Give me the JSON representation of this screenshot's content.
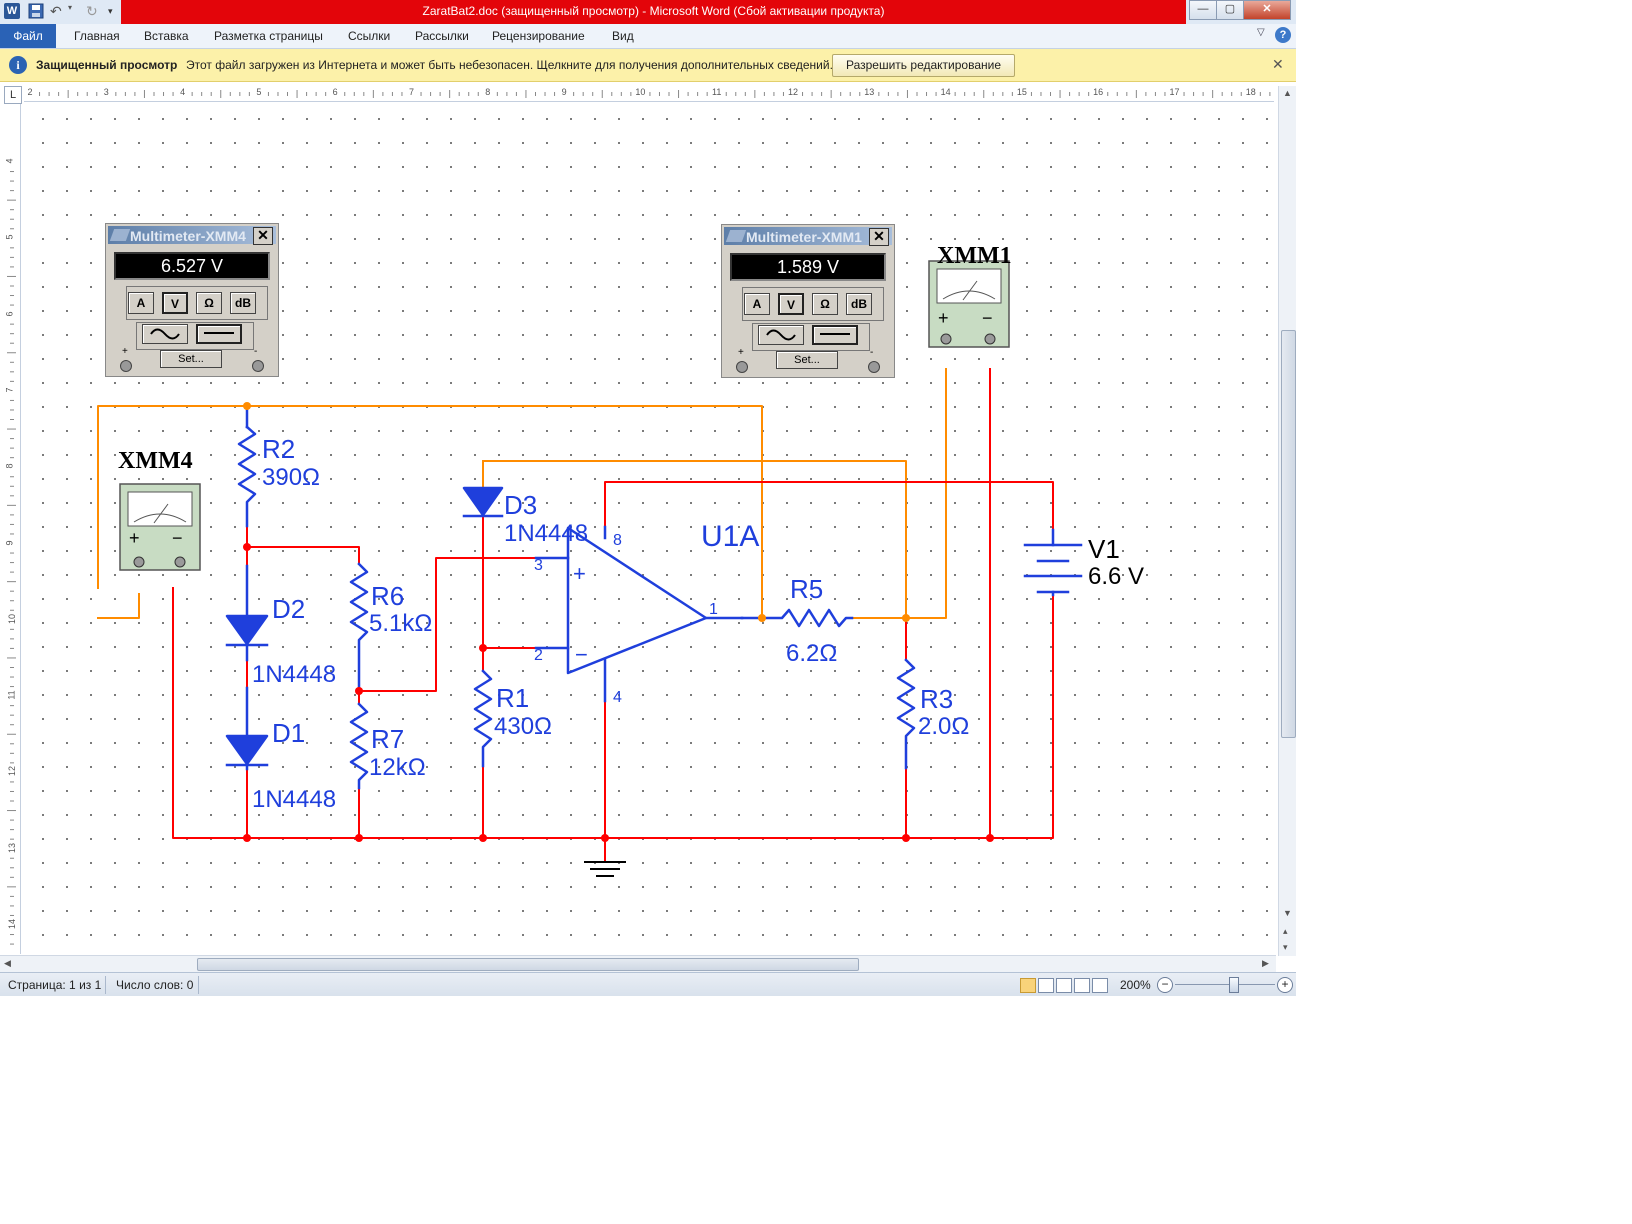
{
  "window": {
    "title": "ZaratBat2.doc (защищенный просмотр)  -  Microsoft Word (Сбой активации продукта)",
    "app_icon": "W",
    "controls": {
      "minimize": "—",
      "maximize": "▢",
      "close": "✕"
    }
  },
  "ribbon": {
    "tabs": [
      "Файл",
      "Главная",
      "Вставка",
      "Разметка страницы",
      "Ссылки",
      "Рассылки",
      "Рецензирование",
      "Вид"
    ],
    "help": "?"
  },
  "protected_view": {
    "title": "Защищенный просмотр",
    "message": "Этот файл загружен из Интернета и может быть небезопасен. Щелкните для получения дополнительных сведений.",
    "button": "Разрешить редактирование",
    "close": "✕",
    "icon": "i"
  },
  "ruler": {
    "corner": "L",
    "h_numbers": [
      "2",
      "3",
      "4",
      "5",
      "6",
      "7",
      "8",
      "9",
      "10",
      "11",
      "12",
      "13",
      "14",
      "15",
      "16",
      "17",
      "18"
    ],
    "v_numbers": [
      "4",
      "5",
      "6",
      "7",
      "8",
      "9",
      "10",
      "11",
      "12",
      "13",
      "14"
    ]
  },
  "schematic": {
    "multimeter_left": {
      "title": "Multimeter-XMM4",
      "reading": "6.527 V",
      "buttons": [
        "A",
        "V",
        "Ω",
        "dB"
      ],
      "set": "Set...",
      "plus": "+",
      "minus": "-"
    },
    "multimeter_right": {
      "title": "Multimeter-XMM1",
      "reading": "1.589 V",
      "buttons": [
        "A",
        "V",
        "Ω",
        "dB"
      ],
      "set": "Set...",
      "plus": "+",
      "minus": "-"
    },
    "xmm4": {
      "label": "XMM4",
      "plus": "+",
      "minus": "−"
    },
    "xmm1": {
      "label": "XMM1",
      "plus": "+",
      "minus": "−"
    },
    "components": {
      "r2": {
        "name": "R2",
        "value": "390Ω"
      },
      "r6": {
        "name": "R6",
        "value": "5.1kΩ"
      },
      "r7": {
        "name": "R7",
        "value": "12kΩ"
      },
      "r1": {
        "name": "R1",
        "value": "430Ω"
      },
      "r5": {
        "name": "R5",
        "value": "6.2Ω"
      },
      "r3": {
        "name": "R3",
        "value": "2.0Ω"
      },
      "d2": {
        "name": "D2",
        "value": "1N4448"
      },
      "d1": {
        "name": "D1",
        "value": "1N4448"
      },
      "d3": {
        "name": "D3",
        "value": "1N4448"
      },
      "u1a": {
        "name": "U1A",
        "plus": "+",
        "minus": "−",
        "pin3": "3",
        "pin2": "2",
        "pin1": "1",
        "pin8": "8",
        "pin4": "4"
      },
      "v1": {
        "name": "V1",
        "value": "6.6 V"
      }
    },
    "colors": {
      "wire_red": "#ff0000",
      "wire_orange": "#ff8c00",
      "component_blue": "#1f3fdc"
    }
  },
  "status": {
    "page": "Страница: 1 из 1",
    "words": "Число слов: 0",
    "zoom": "200%",
    "zoom_minus": "−",
    "zoom_plus": "+"
  }
}
